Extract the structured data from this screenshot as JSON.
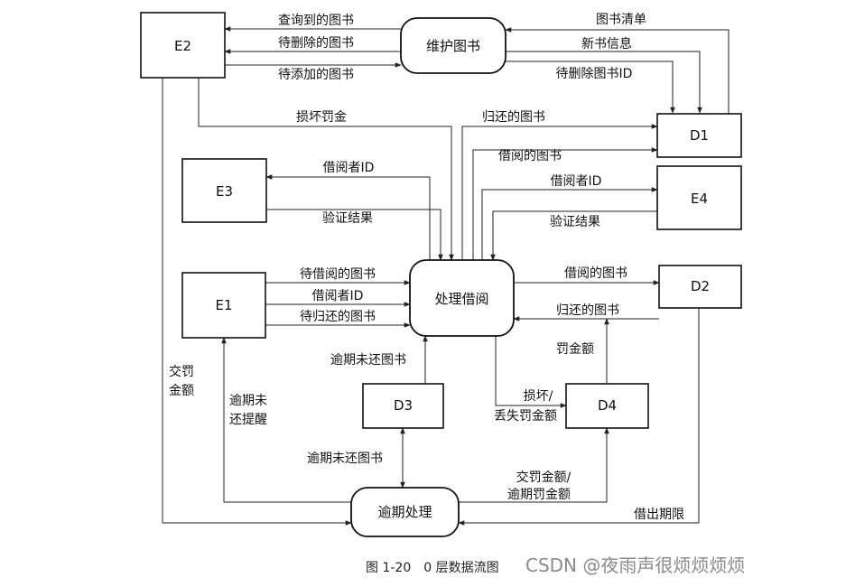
{
  "nodes": {
    "E1": "E1",
    "E2": "E2",
    "E3": "E3",
    "E4": "E4",
    "D1": "D1",
    "D2": "D2",
    "D3": "D3",
    "D4": "D4",
    "maintain": "维护图书",
    "borrow": "处理借阅",
    "overdue": "逾期处理"
  },
  "labels": {
    "queried": "查询到的图书",
    "to_delete": "待删除的图书",
    "to_add": "待添加的图书",
    "book_list": "图书清单",
    "new_info": "新书信息",
    "del_id": "待删除图书ID",
    "damage_fine": "损坏罚金",
    "returned_d1": "归还的图书",
    "borrowed_d1": "借阅的图书",
    "borrower_id_e3": "借阅者ID",
    "verify_e3": "验证结果",
    "borrower_id_e4": "借阅者ID",
    "verify_e4": "验证结果",
    "to_borrow": "待借阅的图书",
    "borrower_id_e1": "借阅者ID",
    "to_return": "待归还的图书",
    "borrowed_d2": "借阅的图书",
    "returned_d2": "归还的图书",
    "fine_amount": "罚金额",
    "overdue_books_up": "逾期未还图书",
    "lost_fine_1": "损坏/",
    "lost_fine_2": "丢失罚金额",
    "overdue_books_down": "逾期未还图书",
    "remind_1": "逾期未",
    "remind_2": "还提醒",
    "pay_1": "交罚",
    "pay_2": "金额",
    "pay_fine_1": "交罚金额/",
    "pay_fine_2": "逾期罚金额",
    "due_date": "借出期限"
  },
  "caption": "图 1-20　0 层数据流图",
  "watermark": "CSDN @夜雨声很烦烦烦烦"
}
